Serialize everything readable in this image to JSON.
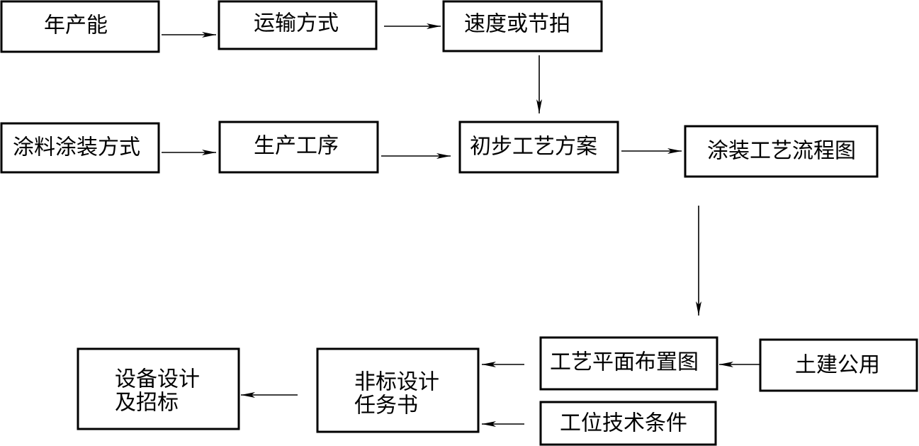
{
  "nodes": {
    "annual_capacity": {
      "lines": [
        "年产能"
      ]
    },
    "transport_mode": {
      "lines": [
        "运输方式"
      ]
    },
    "speed_or_takt": {
      "lines": [
        "速度或节拍"
      ]
    },
    "coating_method": {
      "lines": [
        "涂料涂装方式"
      ]
    },
    "production_process": {
      "lines": [
        "生产工序"
      ]
    },
    "preliminary_plan": {
      "lines": [
        "初步工艺方案"
      ]
    },
    "coating_flowchart": {
      "lines": [
        "涂装工艺流程图"
      ]
    },
    "layout_plan": {
      "lines": [
        "工艺平面布置图"
      ]
    },
    "civil_utilities": {
      "lines": [
        "土建公用"
      ]
    },
    "workstation_specs": {
      "lines": [
        "工位技术条件"
      ]
    },
    "nonstandard_task": {
      "lines": [
        "非标设计",
        "任务书"
      ]
    },
    "equipment_design": {
      "lines": [
        "设备设计",
        "及招标"
      ]
    }
  },
  "edges": [
    {
      "from": "annual_capacity",
      "to": "transport_mode"
    },
    {
      "from": "transport_mode",
      "to": "speed_or_takt"
    },
    {
      "from": "speed_or_takt",
      "to": "preliminary_plan"
    },
    {
      "from": "coating_method",
      "to": "production_process"
    },
    {
      "from": "production_process",
      "to": "preliminary_plan"
    },
    {
      "from": "preliminary_plan",
      "to": "coating_flowchart"
    },
    {
      "from": "coating_flowchart",
      "to": "layout_plan"
    },
    {
      "from": "civil_utilities",
      "to": "layout_plan"
    },
    {
      "from": "layout_plan",
      "to": "nonstandard_task"
    },
    {
      "from": "workstation_specs",
      "to": "nonstandard_task"
    },
    {
      "from": "nonstandard_task",
      "to": "equipment_design"
    }
  ]
}
